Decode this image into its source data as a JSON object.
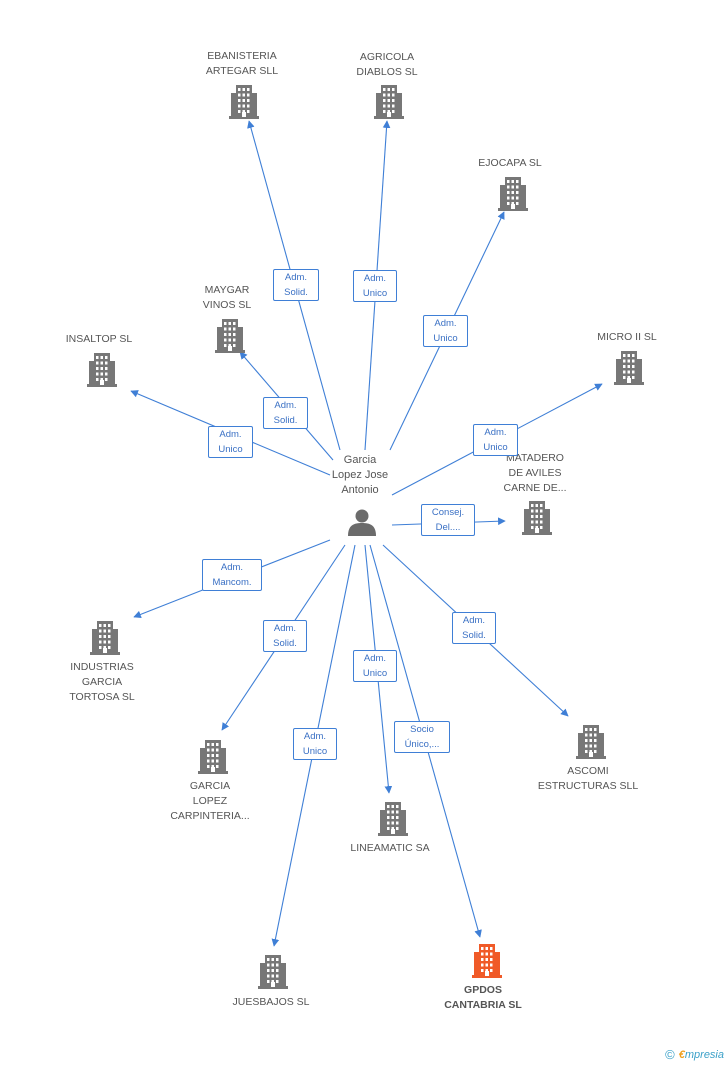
{
  "center": {
    "label": "Garcia\nLopez Jose\nAntonio",
    "icon": "person-icon"
  },
  "colors": {
    "edge": "#3f7fd6",
    "building": "#777777",
    "highlight": "#f05a28"
  },
  "nodes": [
    {
      "id": "ebanisteria",
      "label": "EBANISTERIA\nARTEGAR  SLL",
      "role": "Adm.\nSolid.",
      "highlight": false
    },
    {
      "id": "agricola",
      "label": "AGRICOLA\nDIABLOS SL",
      "role": "Adm.\nUnico",
      "highlight": false
    },
    {
      "id": "ejocapa",
      "label": "EJOCAPA SL",
      "role": "Adm.\nUnico",
      "highlight": false
    },
    {
      "id": "maygar",
      "label": "MAYGAR\nVINOS SL",
      "role": "Adm.\nSolid.",
      "highlight": false
    },
    {
      "id": "insaltop",
      "label": "INSALTOP SL",
      "role": "Adm.\nUnico",
      "highlight": false
    },
    {
      "id": "micro",
      "label": "MICRO II SL",
      "role": "Adm.\nUnico",
      "highlight": false
    },
    {
      "id": "matadero",
      "label": "MATADERO\nDE AVILES\nCARNE DE...",
      "role": "Consej.\nDel....",
      "highlight": false
    },
    {
      "id": "industrias",
      "label": "INDUSTRIAS\nGARCIA\nTORTOSA SL",
      "role": "Adm.\nMancom.",
      "highlight": false
    },
    {
      "id": "garcia",
      "label": "GARCIA\nLOPEZ\nCARPINTERIA...",
      "role": "Adm.\nSolid.",
      "highlight": false
    },
    {
      "id": "lineamatic",
      "label": "LINEAMATIC SA",
      "role": "Adm.\nUnico",
      "highlight": false
    },
    {
      "id": "ascomi",
      "label": "ASCOMI\nESTRUCTURAS SLL",
      "role": "Adm.\nSolid.",
      "highlight": false
    },
    {
      "id": "juesbajos",
      "label": "JUESBAJOS  SL",
      "role": "Adm.\nUnico",
      "highlight": false
    },
    {
      "id": "gpdos",
      "label": "GPDOS\nCANTABRIA SL",
      "role": "Socio\nÚnico,...",
      "highlight": true
    }
  ],
  "footer": {
    "copyright": "©",
    "brand_first": "€",
    "brand_rest": "mpresia"
  }
}
